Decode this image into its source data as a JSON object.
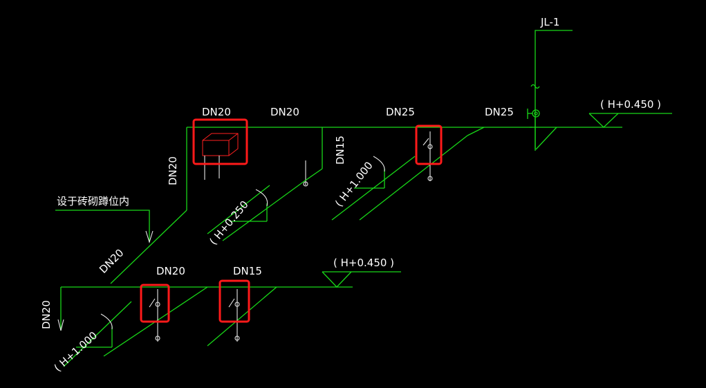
{
  "drawing": {
    "riser_label": "JL-1",
    "brick_note": "设于砖砌蹲位内",
    "pipe_labels": {
      "top_dn20_a": "DN20",
      "top_dn20_b": "DN20",
      "top_dn25_a": "DN25",
      "top_dn25_b": "DN25",
      "top_dn15": "DN15",
      "vertical_dn20": "DN20",
      "diag_dn20": "DN20",
      "bottom_dn20": "DN20",
      "bottom_dn15": "DN15",
      "bottom_vertical_dn20": "DN20"
    },
    "elevations": {
      "riser_level": "( H+0.450 )",
      "mid_level": "( H+0.450 )",
      "upper_tap": "( H+1.000",
      "squat_tap": "( H+0.250",
      "lower_tap": "( H+1.000"
    },
    "colors": {
      "background": "#000000",
      "pipe": "#18d818",
      "text": "#ffffff",
      "highlight": "#ff1a1a"
    }
  }
}
